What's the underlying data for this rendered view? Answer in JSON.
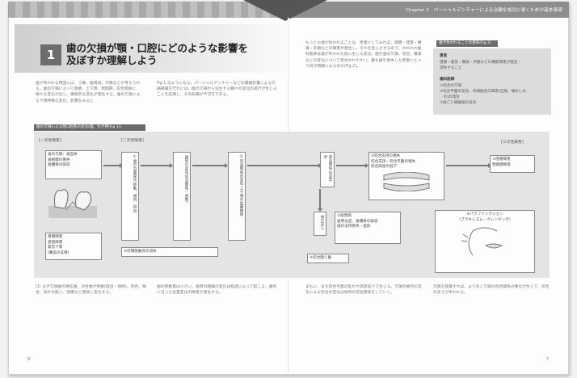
{
  "header": {
    "chapter_text": "Chapter 1　パーシャルデンチャーによる治療を成功に導くための基本事項"
  },
  "section": {
    "number": "1",
    "title_line1": "歯の欠損が顎・口腔にどのような影響を",
    "title_line2": "及ぼすか理解しよう"
  },
  "body": {
    "left_col1": "歯が失われる原因には、う蝕、歯周病、外傷などが考えられる。歯の欠損によって咀嚼、上下顎、顎関節、咬合関係に様々な変化が生じ、機能的な変化が発生する。歯の欠損による下顎特殊な変化、影響をみると",
    "left_col2": "Fig 1 のようになる。パーシャルデンチャーなどの補綴装置による欠損補綴を行わには、歯の欠損から派生する種々の変化の進行が生じることを認識し、その知識が不可欠である。",
    "right_top": "もっとも歯が失われることは、患者にしてみれば、咀嚼・発音・審美・外観などの障害が発生し、それを生じさせるので、われわれ歯科医師は歯が失われた後に生じる変化、歯を歯の欠損、咬合、審美などの変化について見失われやすい。最も歯を喪失した患者にとって何が問題になるのか(Fig 2)。"
  },
  "caption": "歯の欠損による顎口腔系の変化(図、引き用(Fig 1))",
  "sidebox": {
    "title": "歯が失われることの意味(Fig 2)",
    "h1": "患者",
    "l1": "咀嚼・発音・審美・外観などの機能障害が発生・",
    "l2": "消失すること",
    "h2": "歯科医師",
    "i1": "①咬合の欠損",
    "i2": "②咬合平面の変化、咬頭嵌合の障害(圧痕、噛みしめ",
    "i3": "　の)の発生",
    "i4": "③歯ごと補綴歯の変化"
  },
  "diagram": {
    "primary_label": "[一次性障害]",
    "secondary_label": "[二次性障害]",
    "tertiary_label": "[三次性障害]",
    "box_loss": "歯の欠損：歯自体\n歯根膜の喪失\n歯槽骨の吸収",
    "box_symptoms": "咀嚼障害\n感覚障害\n発音下異\n(審美の支障)",
    "v1": "①歯の位置変化 移動、傾斜、挺出",
    "v2": "歯列の変化(咬合関係・状態)",
    "v3": "②咬合関係の変化 上下顎の位置関係",
    "v4": "咬合関係 咬合干渉",
    "box_periodontal": "②歯周病\n歯周炎症、歯槽骨の吸収\n歯の支持喪失・過負",
    "box_occlusal_contact": "②咬合支持の喪失\n咬合支持・咬合平面の喪失\n咬合高径の低下",
    "box_tmd": "①咀嚼障害\n顎関節障害",
    "box_parafunction": "④パラファンクション\n(ブラキシズム・クレンチング)",
    "box_contact_loss": "②咬頭接触点の消失",
    "box_food": "食片圧入",
    "box_tooth_decay": "④咬合面う蝕"
  },
  "bottom_text": {
    "c1": "(1) まず欠損歯の隣在歯、対合歯が移動(挺出・傾斜)。咬合、嚙合、食片の嵌入、咀嚼など関係し変化する。",
    "c2": "歯の移動量は小さい。歯周の組織の変化は経過によって起こる。歯列に沿った位置変化の障害が発生する。",
    "c3": "まもに、また咬合平面の乱れや高径低下で生じる。欠損の歯列の変化による咬合の変化は局所の咬合関係をしていく。",
    "c4": "欠損を放置すれば、より多く欠損の咬合関係の悪化が生じて、咬合の支えが失われる。"
  },
  "page_numbers": {
    "left": "6",
    "right": "7"
  }
}
